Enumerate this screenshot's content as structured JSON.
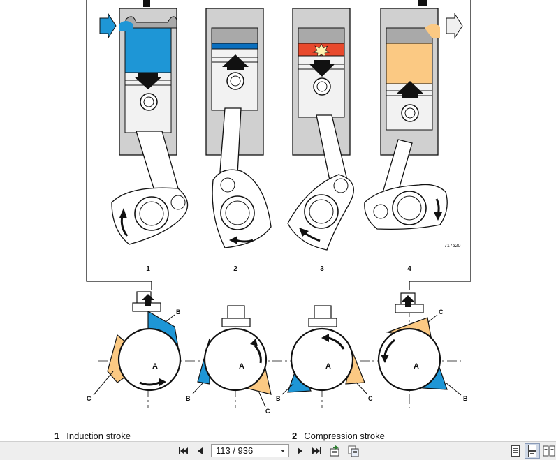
{
  "figure": {
    "code": "717620",
    "stroke_numbers": [
      "1",
      "2",
      "3",
      "4"
    ],
    "rotor_labels": [
      "A",
      "B",
      "C"
    ],
    "colors": {
      "intake": "#1e96d6",
      "compression": "#0a6fbf",
      "combustion": "#e8492c",
      "exhaust": "#fbc983",
      "housing": "#d0d0d0",
      "arrow": "#111111"
    }
  },
  "captions": [
    {
      "number": "1",
      "text": "Induction stroke"
    },
    {
      "number": "2",
      "text": "Compression stroke"
    }
  ],
  "toolbar": {
    "page_indicator": "113 / 936",
    "icons": [
      "first-page-icon",
      "previous-page-icon",
      "next-page-icon",
      "last-page-icon",
      "export-icon",
      "copy-icon",
      "single-page-view-icon",
      "continuous-view-icon",
      "two-page-view-icon"
    ]
  }
}
